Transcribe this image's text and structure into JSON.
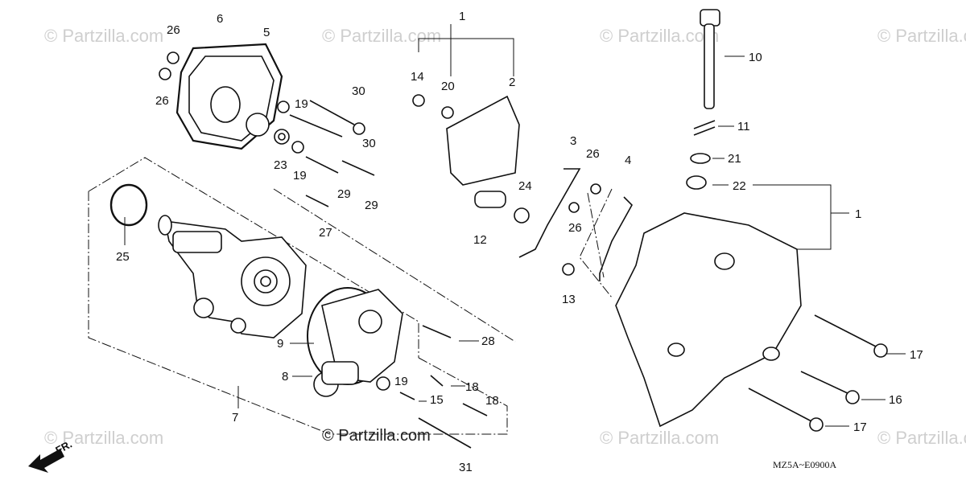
{
  "watermark": {
    "text": "© Partzilla.com",
    "main_text": "© Partzilla.com"
  },
  "diagram_code": "MZ5A~E0900A",
  "direction_label": "FR.",
  "callouts": {
    "c1a": "1",
    "c2": "2",
    "c14": "14",
    "c20": "20",
    "c3": "3",
    "c4": "4",
    "c26b": "26",
    "c26c": "26",
    "c24": "24",
    "c12": "12",
    "c13": "13",
    "c10": "10",
    "c11": "11",
    "c21": "21",
    "c22": "22",
    "c1b": "1",
    "c17a": "17",
    "c16": "16",
    "c17b": "17",
    "c26a": "26",
    "c26d": "26",
    "c6": "6",
    "c5": "5",
    "c30a": "30",
    "c30b": "30",
    "c19a": "19",
    "c19b": "19",
    "c23": "23",
    "c29a": "29",
    "c29b": "29",
    "c27": "27",
    "c25": "25",
    "c9": "9",
    "c8": "8",
    "c28": "28",
    "c19c": "19",
    "c18a": "18",
    "c18b": "18",
    "c15": "15",
    "c7": "7",
    "c31": "31"
  }
}
